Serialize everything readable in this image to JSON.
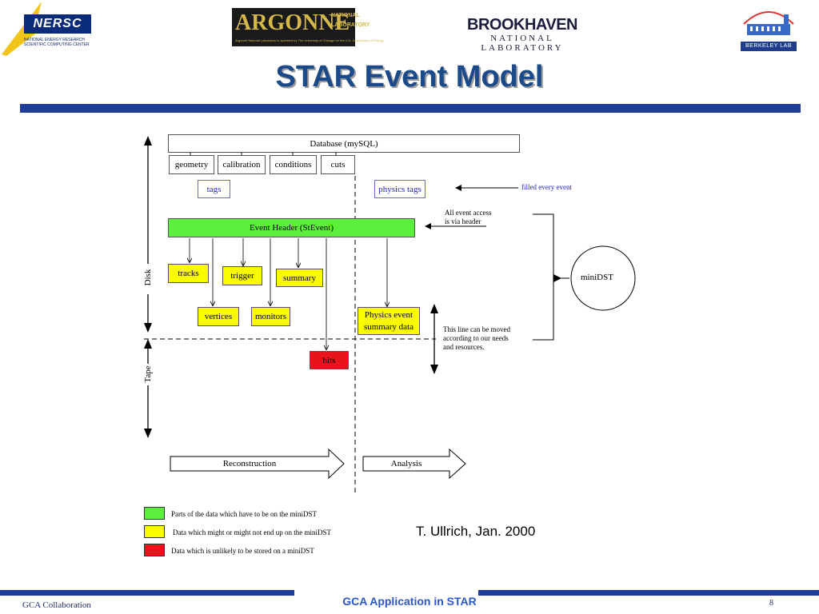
{
  "logos": {
    "nersc": {
      "name": "NERSC",
      "subtitle_line1": "NATIONAL ENERGY RESEARCH",
      "subtitle_line2": "SCIENTIFIC COMPUTING CENTER"
    },
    "argonne": {
      "name": "ARGONNE",
      "name_small_line1": "NATIONAL",
      "name_small_line2": "LABORATORY",
      "footnote": "Argonne National Laboratory is operated by The University of Chicago for the U.S. Department of Energy"
    },
    "brookhaven": {
      "name": "BROOKHAVEN",
      "subtitle": "NATIONAL LABORATORY"
    },
    "berkeley": {
      "caption": "BERKELEY LAB"
    }
  },
  "slide": {
    "title": "STAR Event Model",
    "credit": "T. Ullrich, Jan. 2000"
  },
  "diagram": {
    "database": "Database (mySQL)",
    "db_items": [
      "geometry",
      "calibration",
      "conditions",
      "cuts"
    ],
    "tags": "tags",
    "physics_tags": "physics tags",
    "filled_every_event": "filled every event",
    "all_event_access_line1": "All event access",
    "all_event_access_line2": "is via header",
    "event_header": "Event Header (StEvent)",
    "tracks": "tracks",
    "trigger": "trigger",
    "summary": "summary",
    "vertices": "vertices",
    "monitors": "monitors",
    "physics_summary_line1": "Physics event",
    "physics_summary_line2": "summary data",
    "hits": "hits",
    "minidst": "miniDST",
    "note_line1": "This line can be moved",
    "note_line2": "according to our needs",
    "note_line3": "and resources.",
    "disk": "Disk",
    "tape": "Tape",
    "reconstruction": "Reconstruction",
    "analysis": "Analysis",
    "colors": {
      "green": "#5cf03c",
      "yellow": "#fafa00",
      "red": "#e8141c",
      "blue_text": "#2323c8"
    }
  },
  "legend": [
    {
      "color": "#5cf03c",
      "text": "Parts of the data which have to be on the miniDST"
    },
    {
      "color": "#fafa00",
      "text": "Data which might or might not end up on the miniDST"
    },
    {
      "color": "#e8141c",
      "text": "Data which is unlikely to be stored on a miniDST"
    }
  ],
  "footer": {
    "left": "GCA Collaboration",
    "center": "GCA Application in STAR",
    "page_number": "8"
  }
}
